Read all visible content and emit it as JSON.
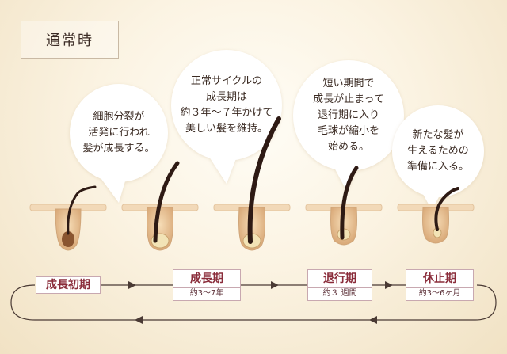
{
  "header": {
    "title": "通常時"
  },
  "bubbles": [
    {
      "text": "細胞分裂が\n活発に行われ\n髪が成長する。"
    },
    {
      "text": "正常サイクルの\n成長期は\n約３年〜７年かけて\n美しい髪を維持。"
    },
    {
      "text": "短い期間で\n成長が止まって\n退行期に入り\n毛球が縮小を\n始める。"
    },
    {
      "text": "新たな髪が\n生えるための\n準備に入る。"
    }
  ],
  "stages": [
    {
      "name": "成長初期",
      "duration": ""
    },
    {
      "name": "成長期",
      "duration": "約3〜7年"
    },
    {
      "name": "退行期",
      "duration": "約３ 週間"
    },
    {
      "name": "休止期",
      "duration": "約3〜6ヶ月"
    }
  ],
  "colors": {
    "stage_border": "#c8a8b0",
    "stage_text": "#8a2c3a",
    "hair": "#2e1a14",
    "skin": "#f2d9b8",
    "arrow": "#4a3a34"
  },
  "icons": {
    "follicle": "hair-follicle-icon",
    "arrow": "arrow-icon"
  }
}
